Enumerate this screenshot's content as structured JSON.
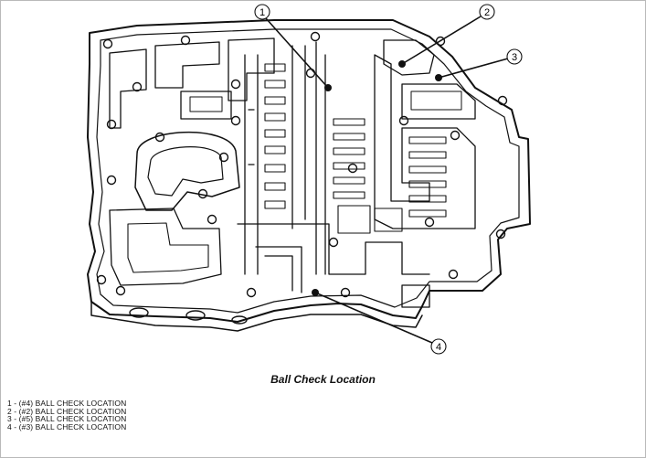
{
  "figure": {
    "caption": "Ball Check Location",
    "callouts": [
      {
        "number": "1",
        "label": "1 - (#4) BALL CHECK LOCATION"
      },
      {
        "number": "2",
        "label": "2 - (#2) BALL CHECK LOCATION"
      },
      {
        "number": "3",
        "label": "3 - (#5) BALL CHECK LOCATION"
      },
      {
        "number": "4",
        "label": "4 - (#3) BALL CHECK LOCATION"
      }
    ]
  }
}
